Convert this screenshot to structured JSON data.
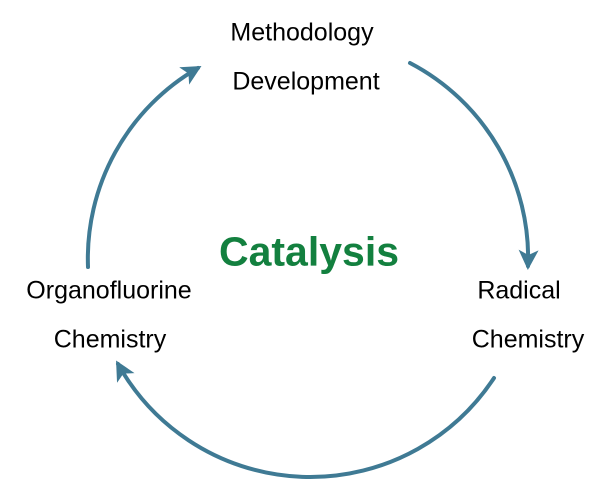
{
  "center": {
    "label": "Catalysis"
  },
  "nodes": [
    {
      "line1": "Methodology",
      "line2": "Development"
    },
    {
      "line1": "Radical",
      "line2": "Chemistry"
    },
    {
      "line1": "Organofluorine",
      "line2": "Chemistry"
    }
  ],
  "colors": {
    "arrow": "#3f7a94",
    "center_text": "#13803f"
  }
}
